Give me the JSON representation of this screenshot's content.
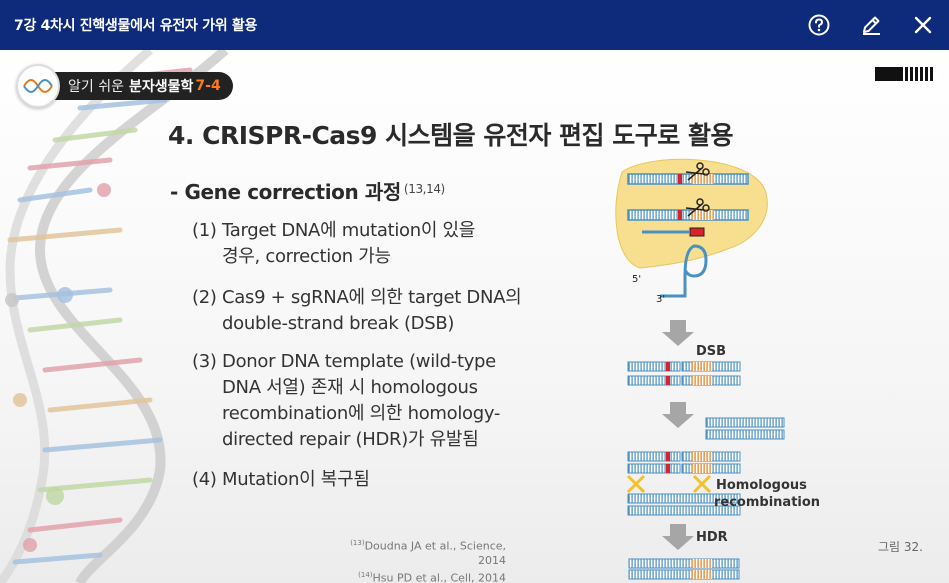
{
  "window": {
    "title": "7강 4차시 진핵생물에서 유전자 가위 활용"
  },
  "toolbar": {
    "help_icon": "question-circle-icon",
    "edit_icon": "pencil-icon",
    "close_icon": "close-icon"
  },
  "badge": {
    "text_a": "알기 쉬운",
    "text_b": "분자생물학",
    "text_c": "7-4"
  },
  "slide": {
    "heading": "4. CRISPR-Cas9 시스템을 유전자 편집 도구로 활용",
    "subheading": "- Gene correction 과정",
    "subheading_ref": "(13,14)",
    "items": [
      {
        "line1": "(1) Target DNA에 mutation이 있을",
        "line2": "경우, correction 가능"
      },
      {
        "line1": "(2) Cas9 + sgRNA에 의한 target DNA의",
        "line2": "double-strand break (DSB)"
      },
      {
        "line1": "(3) Donor DNA template (wild-type",
        "line2": "DNA 서열) 존재 시 homologous",
        "line3": "recombination에 의한 homology-",
        "line4": "directed repair (HDR)가 유발됨"
      },
      {
        "line1": "(4) Mutation이 복구됨"
      }
    ],
    "references": [
      {
        "sup": "(13)",
        "text": "Doudna JA et al., Science, 2014"
      },
      {
        "sup": "(14)",
        "text": "Hsu PD et al., Cell, 2014"
      }
    ],
    "figure_number": "그림 32."
  },
  "diagram": {
    "prime5": "5'",
    "prime3": "3'",
    "step1": "DSB",
    "step2_line1": "Homologous",
    "step2_line2": "recombination",
    "step3": "HDR",
    "colors": {
      "cas9": "#f7df8f",
      "dna": "#4a90c2",
      "mutation": "#d9232a",
      "donor": "#e07b1a",
      "arrow": "#a6a6a6",
      "cross": "#f2c12e"
    }
  }
}
